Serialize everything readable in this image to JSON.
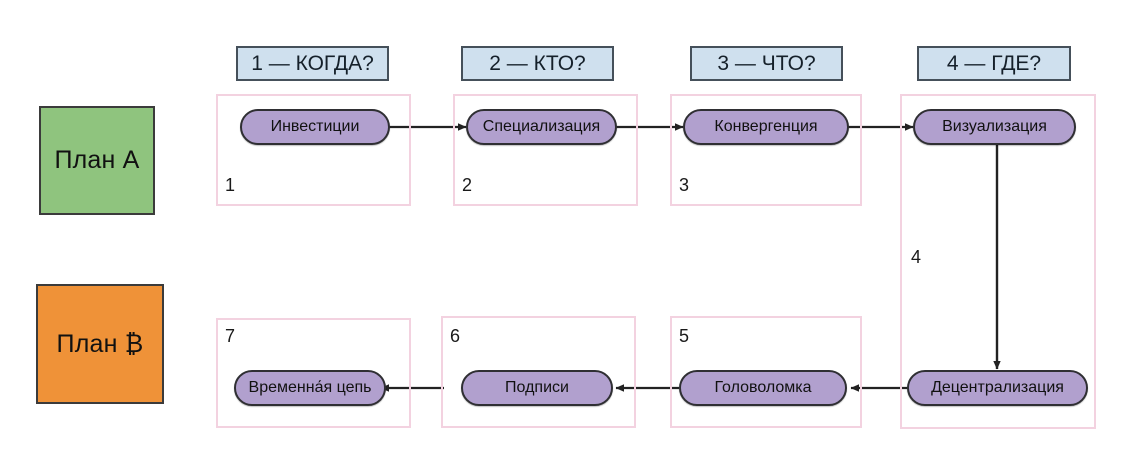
{
  "plans": [
    {
      "label": "План А",
      "color": "#8fc47e",
      "name": "plan-a"
    },
    {
      "label": "План ₿",
      "color": "#ef9238",
      "name": "plan-b"
    }
  ],
  "column_headers": [
    {
      "label": "1 — КОГДА?"
    },
    {
      "label": "2 — КТО?"
    },
    {
      "label": "3 — ЧТО?"
    },
    {
      "label": "4 — ГДЕ?"
    }
  ],
  "steps": [
    {
      "number": "1",
      "node": "Инвестиции"
    },
    {
      "number": "2",
      "node": "Специализация"
    },
    {
      "number": "3",
      "node": "Конвергенция"
    },
    {
      "number": "4",
      "node": "Визуализация"
    },
    {
      "number": "5",
      "node": "Головоломка"
    },
    {
      "number": "6",
      "node": "Подписи"
    },
    {
      "number": "7",
      "node": "Временна́я цепь"
    }
  ],
  "extra_nodes": [
    {
      "node": "Децентрализация"
    }
  ],
  "colors": {
    "node_fill": "#b1a0ce",
    "node_stroke": "#2f2f33",
    "header_fill": "#cfe0ee",
    "header_stroke": "#45505a",
    "frame_stroke": "#f3d2e0",
    "plan_a_fill": "#8fc47e",
    "plan_b_fill": "#ef9238",
    "edge_stroke": "#222222",
    "background": "#ffffff"
  }
}
